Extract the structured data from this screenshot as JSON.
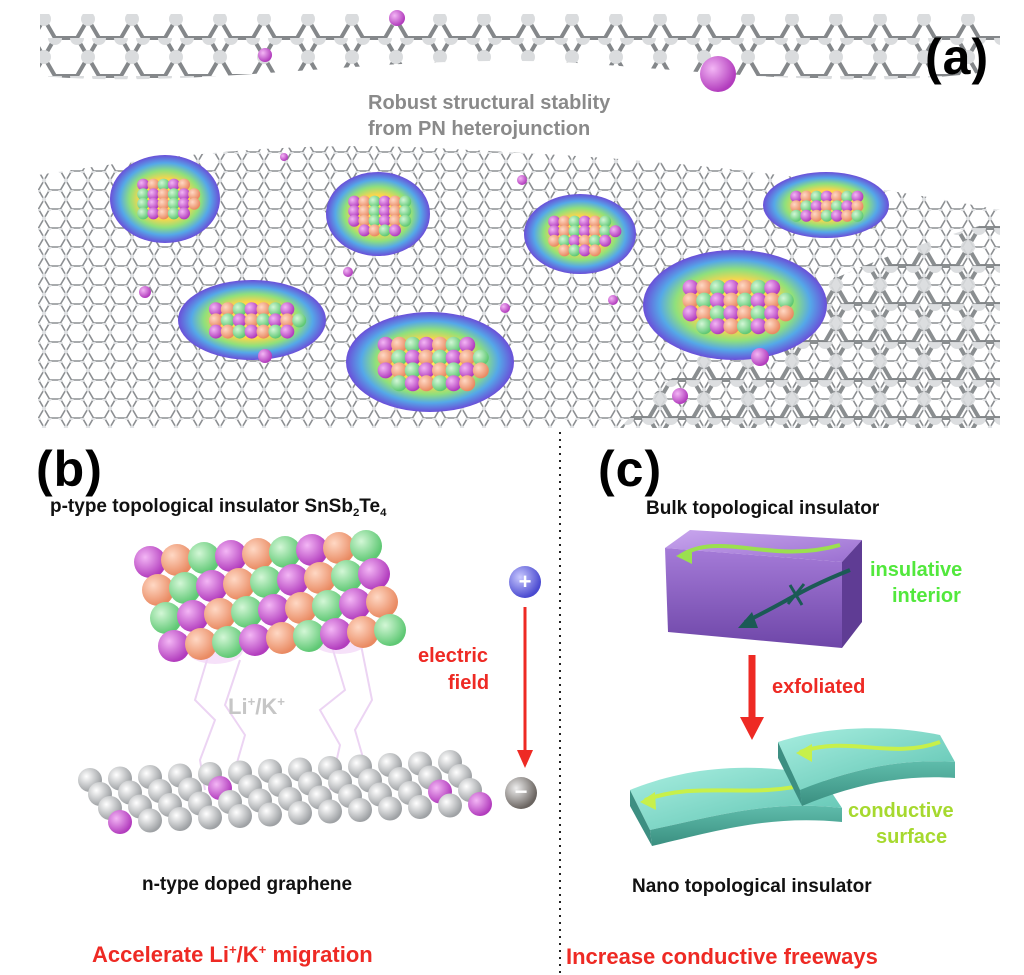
{
  "panel_a": {
    "label": "(a)",
    "caption_line1": "Robust structural stablity",
    "caption_line2": "from PN heterojunction"
  },
  "panel_b": {
    "label": "(b)",
    "title_prefix": "p-type topological insulator SnSb",
    "title_sub1": "2",
    "title_mid": "Te",
    "title_sub2": "4",
    "ion_li": "Li",
    "ion_plus1": "+",
    "ion_sep": "/K",
    "ion_plus2": "+",
    "field_line1": "electric",
    "field_line2": "field",
    "plus_sign": "+",
    "minus_sign": "−",
    "bottom_caption": "n-type doped graphene",
    "footer_prefix": "Accelerate Li",
    "footer_sup1": "+",
    "footer_mid": "/K",
    "footer_sup2": "+",
    "footer_suffix": " migration"
  },
  "panel_c": {
    "label": "(c)",
    "top_caption": "Bulk topological insulator",
    "interior_line1": "insulative",
    "interior_line2": "interior",
    "arrow_label": "exfoliated",
    "surface_line1": "conductive",
    "surface_line2": "surface",
    "bottom_caption": "Nano topological insulator",
    "footer": "Increase conductive freeways"
  },
  "colors": {
    "graphene": "#bfc2c4",
    "dopant": "#c94fd0",
    "sn_atom": "#f0a07a",
    "sb_atom": "#7fd98c",
    "te_atom": "#c24fcc",
    "red_text": "#ee2a24",
    "green_text": "#52e83c",
    "bulk_block": "#a27ad0",
    "nano_sheet": "#72d4c4"
  }
}
